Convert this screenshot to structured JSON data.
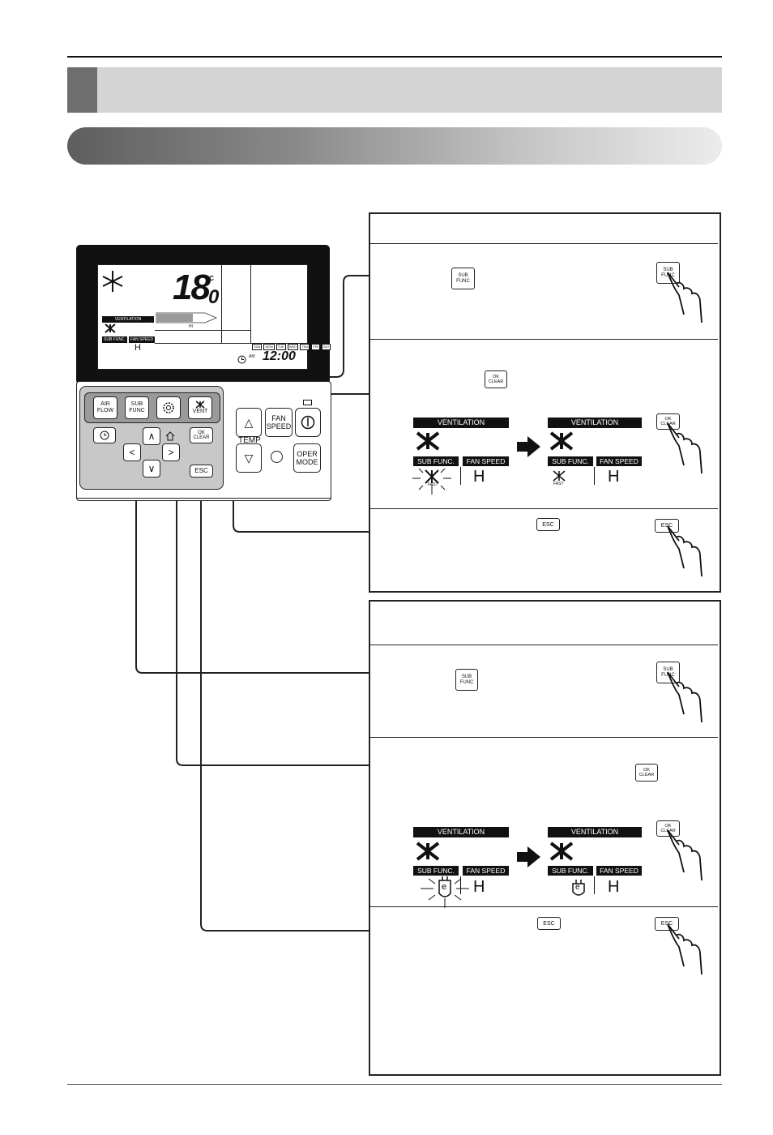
{
  "remote": {
    "lcd": {
      "temp_value": "18",
      "temp_decimal": "0",
      "temp_unit": "°C",
      "vent_tag": "VENTILATION",
      "subfunc_tag": "SUB FUNC.",
      "fanspeed_tag": "FAN SPEED",
      "fan_level": "H",
      "fan_bar_label": "HI",
      "clock_ampm": "AM",
      "clock_time": "12:00",
      "week_days": [
        "SUN",
        "MON",
        "TUE",
        "WED",
        "THU",
        "FRI",
        "SAT"
      ]
    },
    "keys": {
      "air_flow": "AIR\nFLOW",
      "sub_func": "SUB\nFUNC",
      "vent": "VENT",
      "ok_clear": "OK\nCLEAR",
      "esc": "ESC",
      "fan_speed": "FAN\nSPEED",
      "temp": "TEMP",
      "oper_mode": "OPER\nMODE",
      "left": "<",
      "right": ">"
    }
  },
  "box1": {
    "step1_button": "SUB\nFUNC",
    "step2_button": "OK\nCLEAR",
    "step3_button": "ESC",
    "hand1_button": "SUB\nFUNC",
    "hand2_button": "OK\nCLEAR",
    "hand3_button": "ESC",
    "display_before": {
      "vent": "VENTILATION",
      "sub": "SUB FUNC.",
      "fan": "FAN SPEED",
      "level": "H",
      "mode": "FAST"
    },
    "display_after": {
      "vent": "VENTILATION",
      "sub": "SUB FUNC.",
      "fan": "FAN SPEED",
      "level": "H",
      "mode": "FAST"
    }
  },
  "box2": {
    "step1_button": "SUB\nFUNC",
    "step2_button": "OK\nCLEAR",
    "step3_button": "ESC",
    "hand1_button": "SUB\nFUNC",
    "hand2_button": "OK\nCLEAR",
    "hand3_button": "ESC",
    "display_before": {
      "vent": "VENTILATION",
      "sub": "SUB FUNC.",
      "fan": "FAN SPEED",
      "level": "H",
      "mode": "e"
    },
    "display_after": {
      "vent": "VENTILATION",
      "sub": "SUB FUNC.",
      "fan": "FAN SPEED",
      "level": "H",
      "mode": "e"
    }
  }
}
